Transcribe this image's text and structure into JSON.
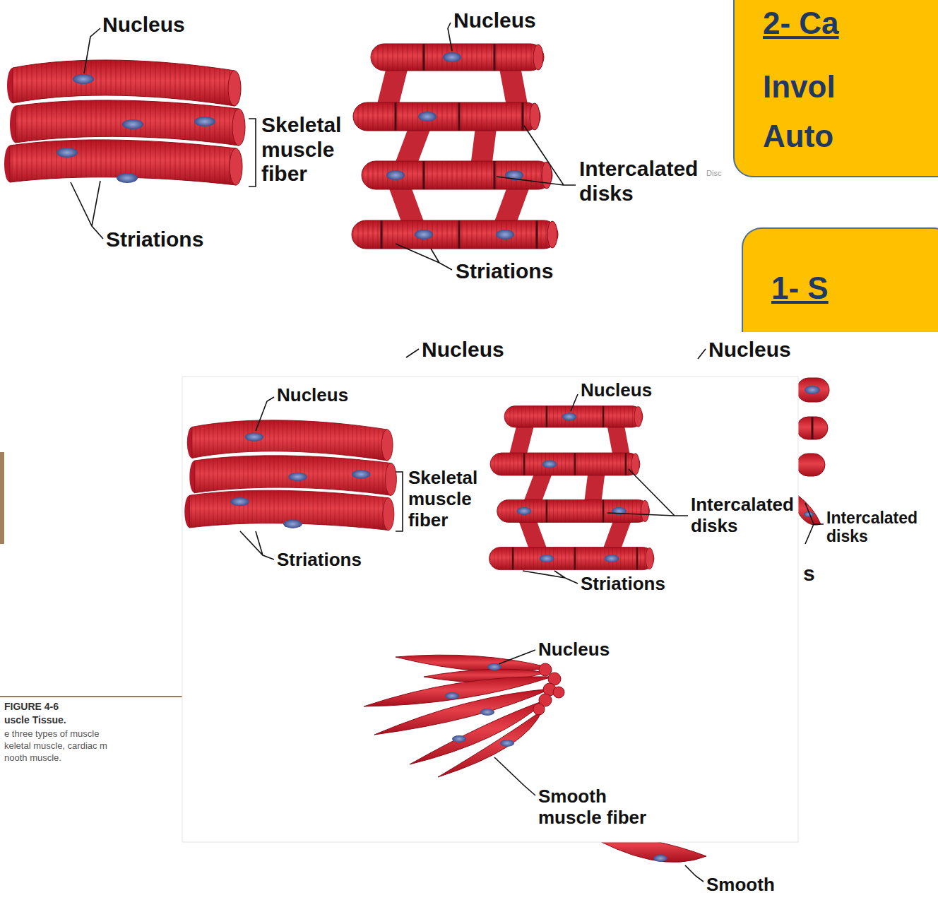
{
  "diagram": {
    "nodes": [
      {
        "text": [
          "2- Ca",
          "Invol Auto"
        ]
      },
      {
        "text": [
          "1- S"
        ]
      }
    ],
    "labels": [
      "Nucleus",
      "Skeletal muscle fiber",
      "Striations",
      "Nucleus",
      "Intercalated disks",
      "Disc",
      "Striations",
      "Nucleus",
      "Nucleus",
      "Nucleus",
      "Skeletal muscle fiber",
      "Striations",
      "Nucleus",
      "Intercalated disks",
      "Striations",
      "Intercalated disks",
      "s",
      "Nucleus",
      "Smooth muscle fiber",
      "Smooth",
      "FIGURE 4-6",
      "uscle Tissue.",
      "e three types of muscle",
      "keletal muscle, cardiac m",
      "nooth muscle."
    ]
  }
}
